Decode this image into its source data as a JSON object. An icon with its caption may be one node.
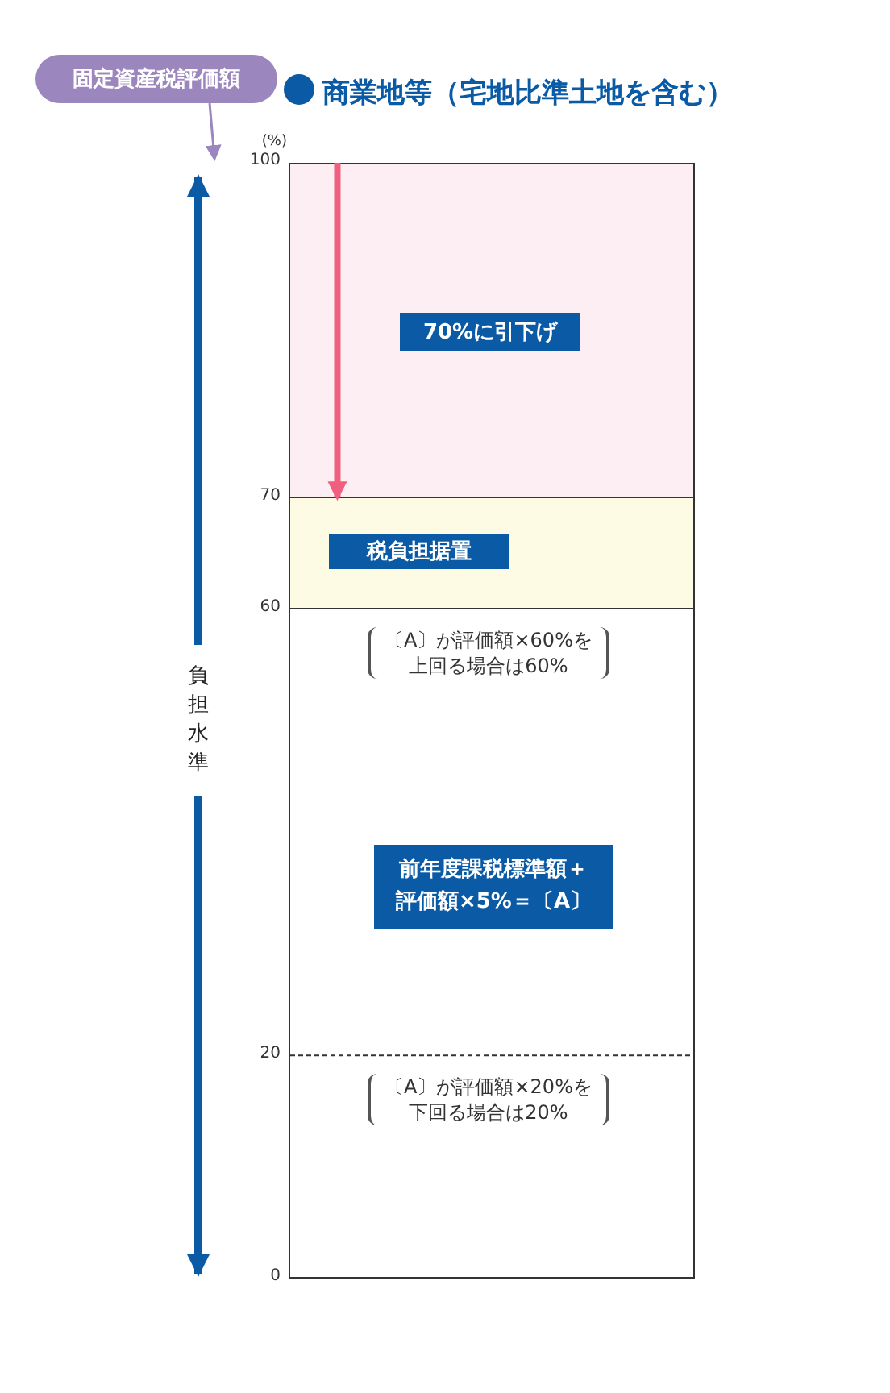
{
  "diagram": {
    "title": "商業地等（宅地比準土地を含む）",
    "nodes": [
      {
        "text": [
          "固定資産税評価額"
        ]
      },
      {
        "text": [],
        "shape": "box"
      },
      {
        "text": [
          "70%に引下げ"
        ],
        "in": 1
      },
      {
        "text": [],
        "shape": "box"
      },
      {
        "text": [
          "税負担据置"
        ],
        "in": 3
      },
      {
        "text": [],
        "shape": "box"
      },
      {
        "text": [
          "前年度課税標準額＋評価額×5%＝〔A〕"
        ],
        "in": 5
      }
    ],
    "edges": [
      {
        "from": 0,
        "to": null,
        "arrow": "to",
        "color": "#9b86bd"
      },
      {
        "from": 1,
        "to": 3,
        "arrow": "to",
        "style": "thick",
        "color": "#f0607e"
      }
    ],
    "labels": [
      "(%)",
      "100",
      "70",
      "60",
      "〔A〕が評価額×60%を上回る場合は60%",
      "負担水準",
      "20",
      "〔A〕が評価額×20%を下回る場合は20%",
      "0"
    ]
  }
}
